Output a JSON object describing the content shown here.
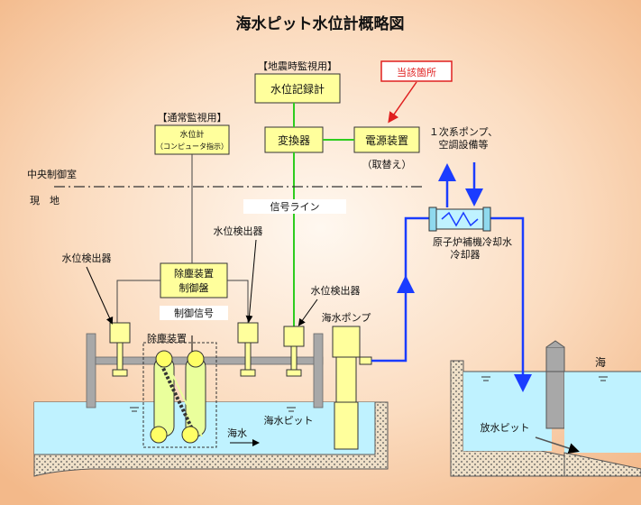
{
  "title": "海水ピット水位計概略図",
  "boxes": {
    "recorder": "水位記録計",
    "converter": "変換器",
    "power_supply": "電源装置",
    "level_meter_line1": "水位計",
    "level_meter_line2": "（コンピュータ指示）",
    "dust_panel_line1": "除塵装置",
    "dust_panel_line2": "制御盤",
    "relevant_part": "当該箇所"
  },
  "labels": {
    "earthquake_monitor": "【地震時監視用】",
    "normal_monitor": "【通常監視用】",
    "replaced": "（取替え）",
    "pump_equipment_line1": "１次系ポンプ、",
    "pump_equipment_line2": "空調設備等",
    "control_room": "中央制御室",
    "field": "現　地",
    "signal_line": "信号ライン",
    "detector_left": "水位検出器",
    "detector_mid": "水位検出器",
    "detector_right": "水位検出器",
    "control_signal": "制御信号",
    "seawater_pump": "海水ポンプ",
    "dust_removal": "除塵装置",
    "seawater_flow": "海水",
    "seawater_pit": "海水ピット",
    "cooler_line1": "原子炉補機冷却水",
    "cooler_line2": "冷却器",
    "discharge_pit": "放水ピット",
    "sea": "海"
  },
  "colors": {
    "background_center": "#fff8f0",
    "background_edge": "#f3b98a",
    "signal_green": "#2ecc1e",
    "box_fill": "#ffff9c",
    "water": "#bff2ff",
    "pipe_blue": "#1a3cff",
    "callout_red": "#e02020",
    "structure_gray": "#a8a8a8"
  }
}
